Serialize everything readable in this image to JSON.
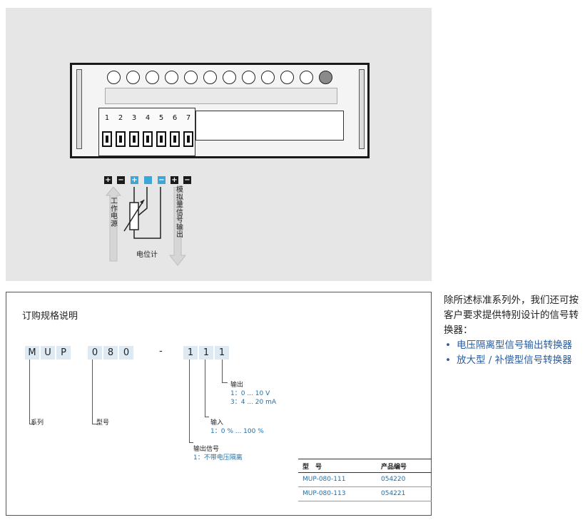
{
  "diagram": {
    "terminals": [
      "1",
      "2",
      "3",
      "4",
      "5",
      "6",
      "7"
    ],
    "power_label": "工作电源",
    "potentiometer_label": "电位计",
    "output_label": "模拟量信号输出",
    "polarity": [
      {
        "symbol": "+",
        "color": "#1a1a1a"
      },
      {
        "symbol": "−",
        "color": "#1a1a1a"
      },
      {
        "symbol": "+",
        "color": "#3ba6dc"
      },
      {
        "symbol": "",
        "color": "#3ba6dc"
      },
      {
        "symbol": "−",
        "color": "#3ba6dc"
      },
      {
        "symbol": "+",
        "color": "#1a1a1a"
      },
      {
        "symbol": "−",
        "color": "#1a1a1a"
      }
    ]
  },
  "order": {
    "title": "订购规格说明",
    "code": [
      "M",
      "U",
      "P",
      "0",
      "8",
      "0",
      "-",
      "1",
      "1",
      "1"
    ],
    "series_label": "系列",
    "model_label": "型号",
    "output_heading": "输出",
    "output_options": [
      "1：0 ... 10 V",
      "3：4 ... 20 mA"
    ],
    "input_heading": "输入",
    "input_options": [
      "1：0 % ... 100 %"
    ],
    "signal_heading": "输出信号",
    "signal_options": [
      "1：不带电压隔离"
    ],
    "table": {
      "headers": [
        "型　号",
        "产品编号"
      ],
      "rows": [
        [
          "MUP-080-111",
          "054220"
        ],
        [
          "MUP-080-113",
          "054221"
        ]
      ]
    }
  },
  "note": {
    "text": "除所述标准系列外，我们还可按客户要求提供特别设计的信号转换器：",
    "items": [
      "电压隔离型信号输出转换器",
      "放大型 / 补偿型信号转换器"
    ]
  },
  "colors": {
    "accent_blue": "#3ba6dc",
    "code_box": "#ddeaf4",
    "text_blue": "#2a5d9f",
    "table_blue": "#1f6fa8"
  }
}
